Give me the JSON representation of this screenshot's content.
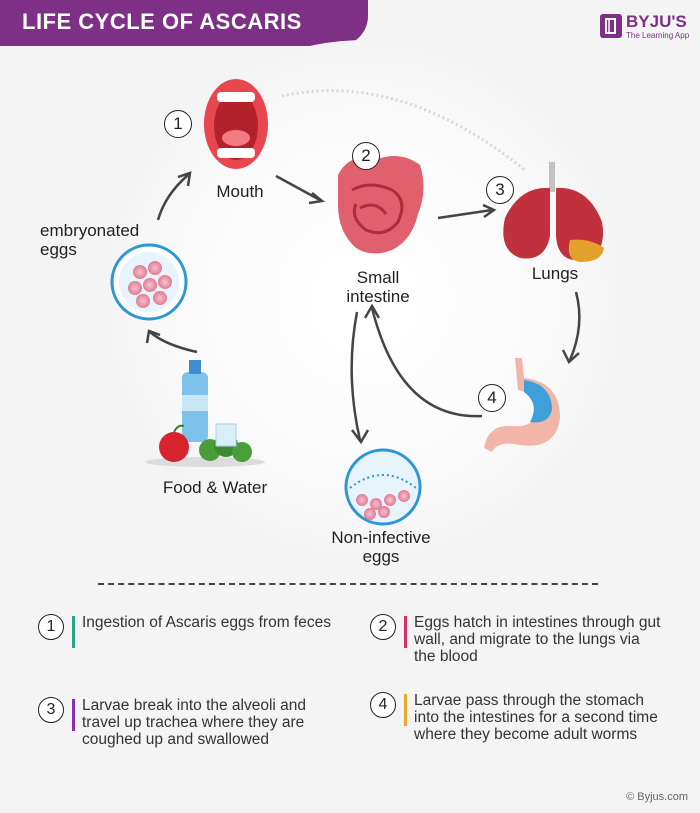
{
  "header": {
    "title": "LIFE CYCLE OF ASCARIS"
  },
  "brand": {
    "name": "BYJU'S",
    "tagline": "The Learning App"
  },
  "nodes": {
    "mouth": {
      "label": "Mouth",
      "number": "1"
    },
    "intestine": {
      "label_line1": "Small",
      "label_line2": "intestine",
      "number": "2"
    },
    "lungs": {
      "label": "Lungs",
      "number": "3"
    },
    "stomach": {
      "number": "4"
    },
    "noninfective": {
      "label_line1": "Non-infective",
      "label_line2": "eggs"
    },
    "food": {
      "label": "Food & Water"
    },
    "embryonated": {
      "label_line1": "embryonated",
      "label_line2": "eggs"
    }
  },
  "steps": [
    {
      "number": "1",
      "text": "Ingestion of Ascaris eggs from feces",
      "color": "#2aa58a"
    },
    {
      "number": "2",
      "text": "Eggs hatch in intestines through gut wall, and migrate to the lungs via the blood",
      "color": "#d6306e"
    },
    {
      "number": "3",
      "text": "Larvae break into the alveoli and travel up trachea where they are coughed up and swallowed",
      "color": "#8b2fb0"
    },
    {
      "number": "4",
      "text": "Larvae pass through the stomach into the intestines for a second time where they become adult worms",
      "color": "#e6a92a"
    }
  ],
  "footer": {
    "copyright": "© Byjus.com"
  }
}
